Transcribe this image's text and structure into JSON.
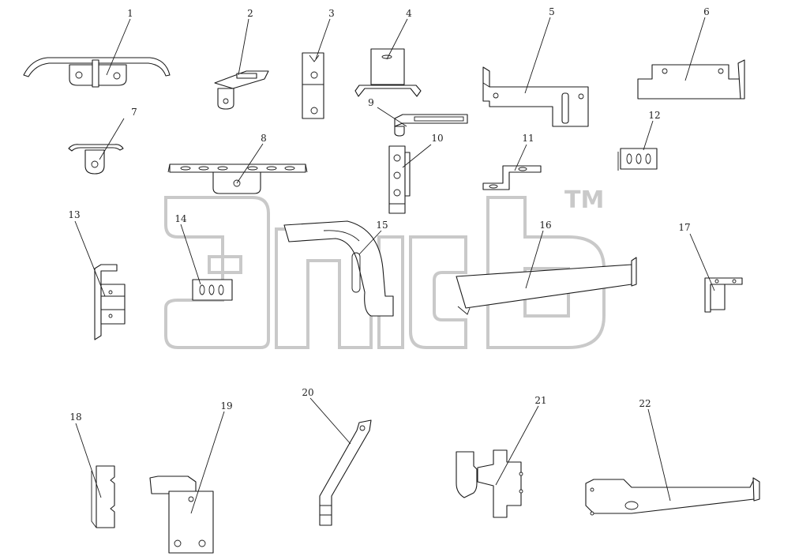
{
  "diagram": {
    "callouts": [
      "1",
      "2",
      "3",
      "4",
      "5",
      "6",
      "7",
      "8",
      "9",
      "10",
      "11",
      "12",
      "13",
      "14",
      "15",
      "16",
      "17",
      "18",
      "19",
      "20",
      "21",
      "22"
    ]
  },
  "watermark": {
    "mark": "TM",
    "color": "#c9c9c9"
  },
  "colors": {
    "line": "#1a1a1a",
    "background": "#ffffff"
  }
}
